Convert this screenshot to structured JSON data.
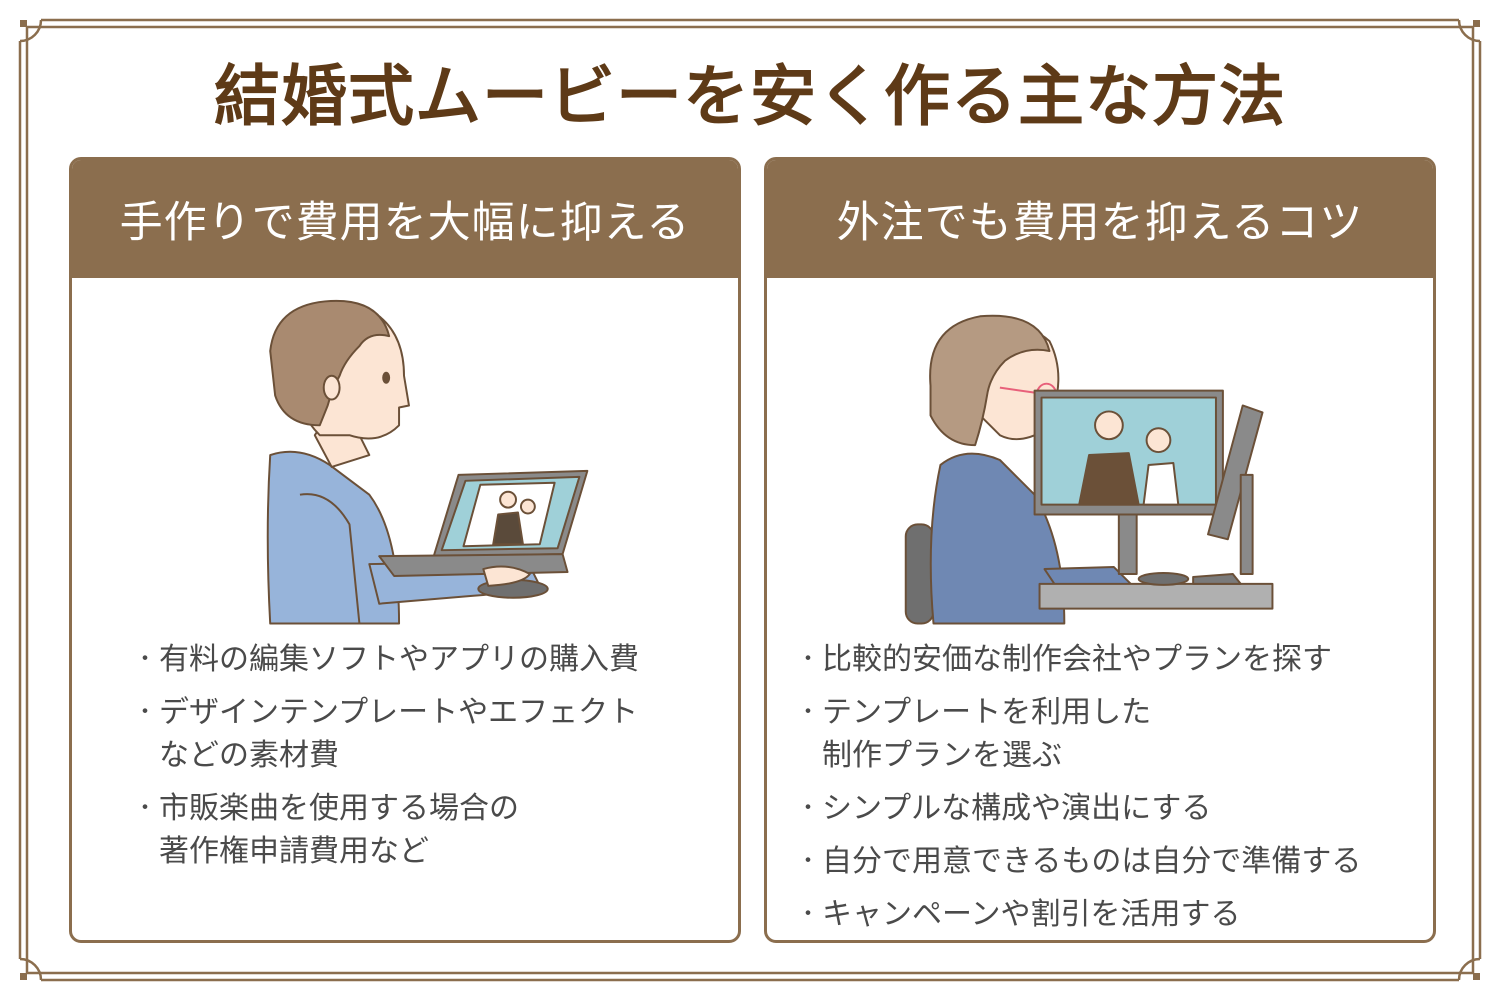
{
  "title": "結婚式ムービーを安く作る主な方法",
  "colors": {
    "frame": "#8b6e4e",
    "title": "#5e3a17",
    "card_header_bg": "#8b6e4e",
    "card_header_text": "#ffffff",
    "body_text": "#4a4a4a"
  },
  "cards": [
    {
      "header": "手作りで費用を大幅に抑える",
      "illustration": "man-editing-on-laptop",
      "bullets": [
        {
          "lines": [
            "有料の編集ソフトやアプリの購入費"
          ]
        },
        {
          "lines": [
            "デザインテンプレートやエフェクト",
            "などの素材費"
          ]
        },
        {
          "lines": [
            "市販楽曲を使用する場合の",
            "著作権申請費用など"
          ]
        }
      ]
    },
    {
      "header": "外注でも費用を抑えるコツ",
      "illustration": "woman-at-desktop-monitor",
      "bullets": [
        {
          "lines": [
            "比較的安価な制作会社やプランを探す"
          ]
        },
        {
          "lines": [
            "テンプレートを利用した",
            "制作プランを選ぶ"
          ]
        },
        {
          "lines": [
            "シンプルな構成や演出にする"
          ]
        },
        {
          "lines": [
            "自分で用意できるものは自分で準備する"
          ]
        },
        {
          "lines": [
            "キャンペーンや割引を活用する"
          ]
        }
      ]
    }
  ],
  "bullet_glyph": "・"
}
